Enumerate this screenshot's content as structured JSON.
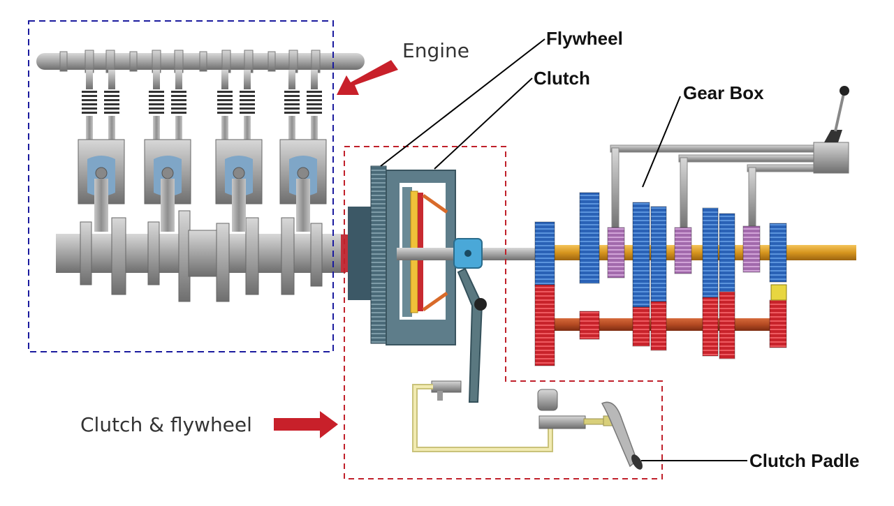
{
  "labels": {
    "engine": "Engine",
    "flywheel": "Flywheel",
    "clutch": "Clutch",
    "gear_box": "Gear Box",
    "clutch_flywheel": "Clutch & flywheel",
    "clutch_padle": "Clutch Padle"
  },
  "colors": {
    "engine_box": "#1a1a9e",
    "clutch_box": "#c0202a",
    "arrow": "#c8202a",
    "metal": "#9a9a9a",
    "piston_blue": "#7fa6c7",
    "gear_blue": "#2a62b6",
    "gear_red": "#d02a32",
    "gear_purple": "#b07ab8",
    "shaft_orange": "#d6951e",
    "shaft_red": "#b44a22",
    "hydraulic_line": "#e9e29a",
    "flywheel": "#567683"
  }
}
